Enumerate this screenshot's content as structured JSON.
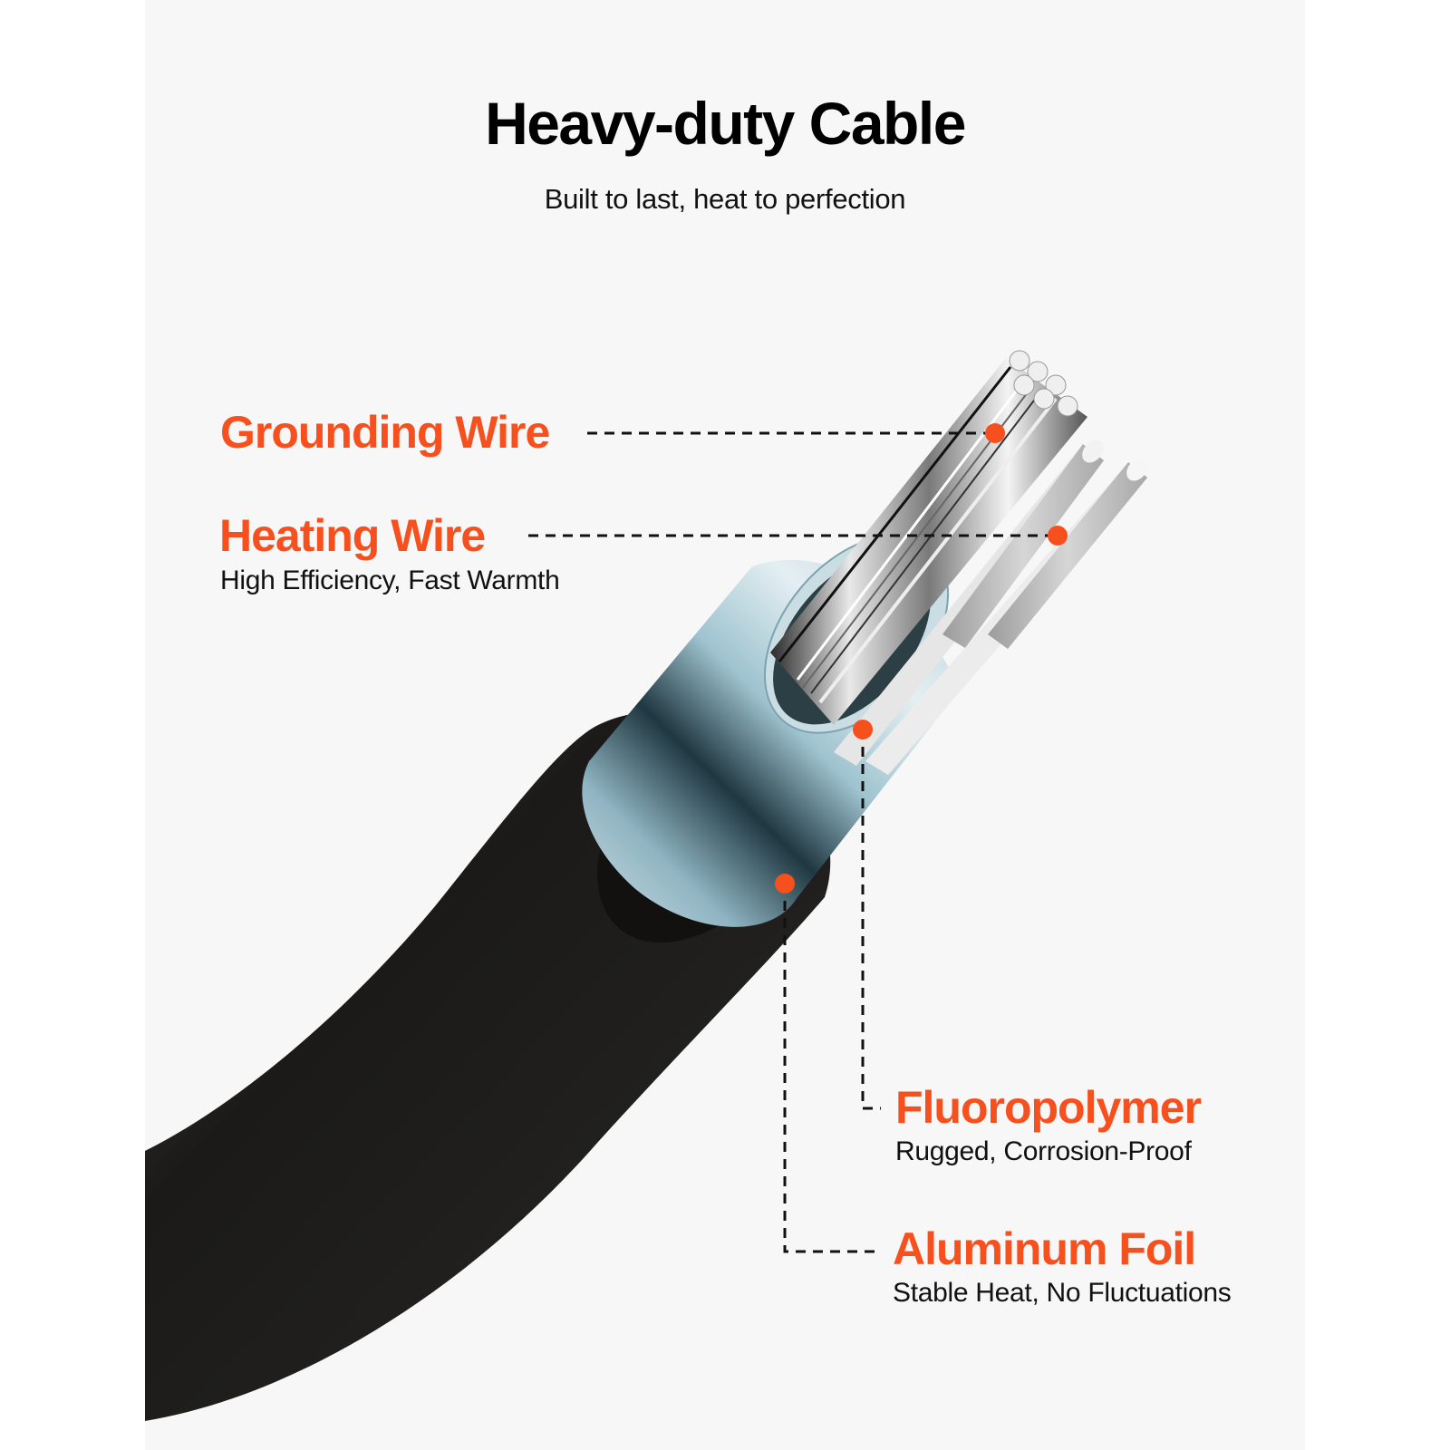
{
  "header": {
    "title": "Heavy-duty Cable",
    "subtitle": "Built to last, heat to perfection"
  },
  "colors": {
    "accent": "#f5501e",
    "panel_bg": "#f7f7f7",
    "page_bg": "#ffffff",
    "jacket": "#1c1b19",
    "foil": "#8fb4c2"
  },
  "callouts": [
    {
      "id": "grounding-wire",
      "label": "Grounding Wire",
      "description": ""
    },
    {
      "id": "heating-wire",
      "label": "Heating Wire",
      "description": "High Efficiency, Fast Warmth"
    },
    {
      "id": "fluoropolymer",
      "label": "Fluoropolymer",
      "description": "Rugged, Corrosion-Proof"
    },
    {
      "id": "aluminum-foil",
      "label": "Aluminum Foil",
      "description": "Stable Heat, No Fluctuations"
    }
  ]
}
